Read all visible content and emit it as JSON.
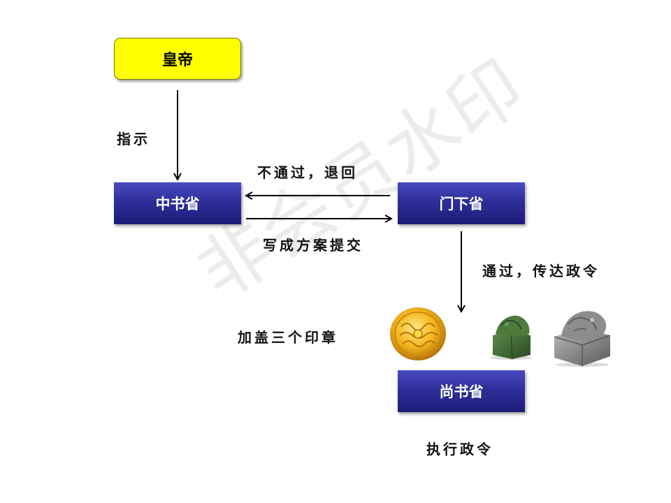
{
  "nodes": {
    "emperor": "皇帝",
    "zhongshu": "中书省",
    "menxia": "门下省",
    "shangshu": "尚书省"
  },
  "edges": {
    "instruct": "指示",
    "reject": "不通过，退回",
    "submit": "写成方案提交",
    "pass": "通过，传达政令",
    "seal": "加盖三个印章",
    "execute": "执行政令"
  },
  "watermark": "非会员水印",
  "colors": {
    "emperor_fill": "#ffff00",
    "dept_fill": "#2e2e9a"
  },
  "icons": {
    "seal_1": "golden-seal-icon",
    "seal_2": "jade-seal-icon",
    "seal_3": "grey-seal-icon"
  }
}
